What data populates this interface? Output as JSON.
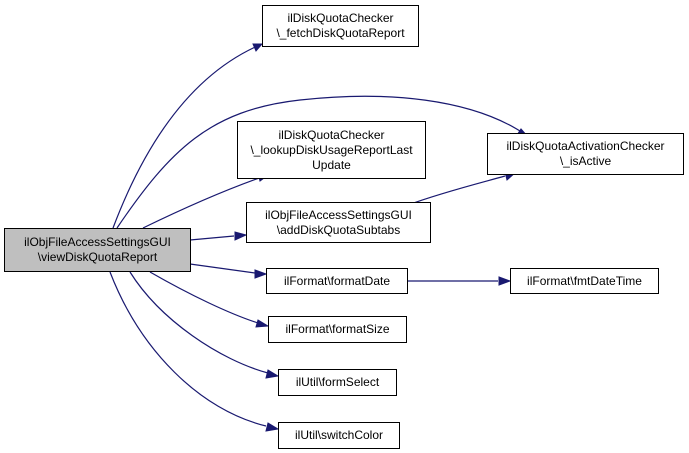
{
  "nodes": {
    "root": [
      "ilObjFileAccessSettingsGUI",
      "\\viewDiskQuotaReport"
    ],
    "fetch": [
      "ilDiskQuotaChecker",
      "\\_fetchDiskQuotaReport"
    ],
    "lookup": [
      "ilDiskQuotaChecker",
      "\\_lookupDiskUsageReportLast",
      "Update"
    ],
    "isactive": [
      "ilDiskQuotaActivationChecker",
      "\\_isActive"
    ],
    "addsub": [
      "ilObjFileAccessSettingsGUI",
      "\\addDiskQuotaSubtabs"
    ],
    "formatdate": [
      "ilFormat\\formatDate"
    ],
    "fmtdatetime": [
      "ilFormat\\fmtDateTime"
    ],
    "formatsize": [
      "ilFormat\\formatSize"
    ],
    "formselect": [
      "ilUtil\\formSelect"
    ],
    "switchcolor": [
      "ilUtil\\switchColor"
    ]
  },
  "colors": {
    "edge": "#191970",
    "root_fill": "#bfbfbf",
    "node_fill": "#ffffff",
    "border": "#000000"
  }
}
